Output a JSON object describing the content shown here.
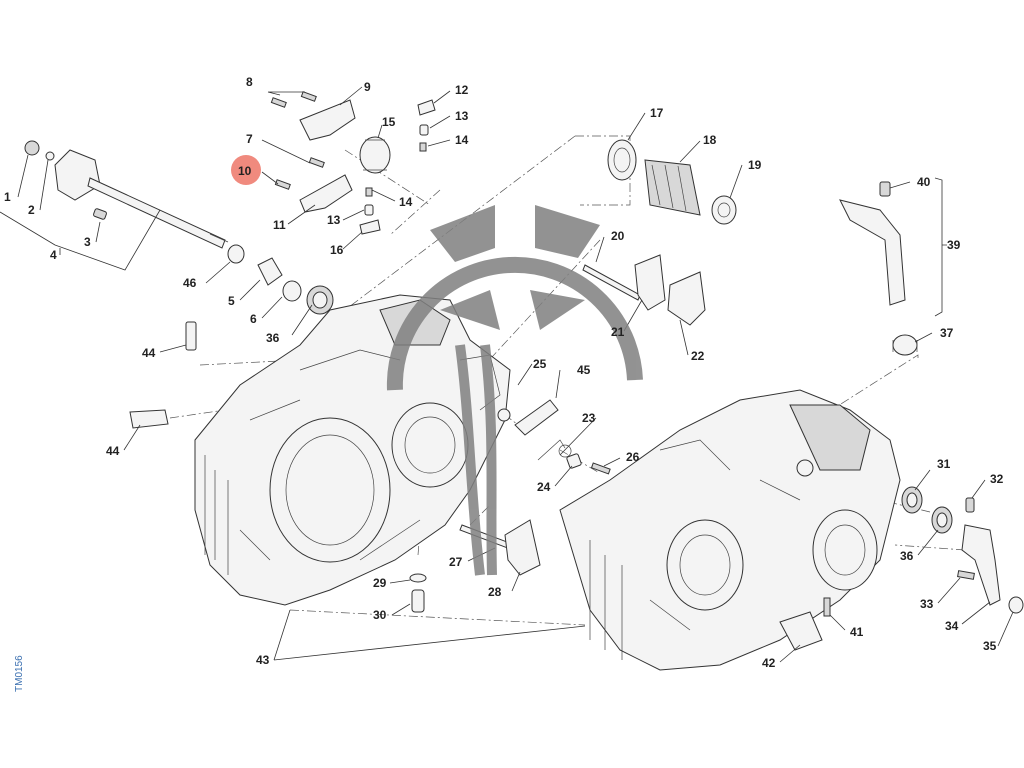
{
  "drawing_code": "TM0156",
  "highlight_color": "#f08a7e",
  "watermark_color": "#808080",
  "highlighted_label": "10",
  "labels": [
    {
      "id": "1",
      "text": "1"
    },
    {
      "id": "2",
      "text": "2"
    },
    {
      "id": "3",
      "text": "3"
    },
    {
      "id": "4",
      "text": "4"
    },
    {
      "id": "5",
      "text": "5"
    },
    {
      "id": "6",
      "text": "6"
    },
    {
      "id": "7",
      "text": "7"
    },
    {
      "id": "8",
      "text": "8"
    },
    {
      "id": "9",
      "text": "9"
    },
    {
      "id": "10",
      "text": "10"
    },
    {
      "id": "11",
      "text": "11"
    },
    {
      "id": "12",
      "text": "12"
    },
    {
      "id": "13a",
      "text": "13"
    },
    {
      "id": "13b",
      "text": "13"
    },
    {
      "id": "14a",
      "text": "14"
    },
    {
      "id": "14b",
      "text": "14"
    },
    {
      "id": "15",
      "text": "15"
    },
    {
      "id": "16",
      "text": "16"
    },
    {
      "id": "17",
      "text": "17"
    },
    {
      "id": "18",
      "text": "18"
    },
    {
      "id": "19",
      "text": "19"
    },
    {
      "id": "20",
      "text": "20"
    },
    {
      "id": "21",
      "text": "21"
    },
    {
      "id": "22",
      "text": "22"
    },
    {
      "id": "23",
      "text": "23"
    },
    {
      "id": "24",
      "text": "24"
    },
    {
      "id": "25",
      "text": "25"
    },
    {
      "id": "26",
      "text": "26"
    },
    {
      "id": "27",
      "text": "27"
    },
    {
      "id": "28",
      "text": "28"
    },
    {
      "id": "29",
      "text": "29"
    },
    {
      "id": "30",
      "text": "30"
    },
    {
      "id": "31",
      "text": "31"
    },
    {
      "id": "32",
      "text": "32"
    },
    {
      "id": "33",
      "text": "33"
    },
    {
      "id": "34",
      "text": "34"
    },
    {
      "id": "35",
      "text": "35"
    },
    {
      "id": "36a",
      "text": "36"
    },
    {
      "id": "36b",
      "text": "36"
    },
    {
      "id": "37",
      "text": "37"
    },
    {
      "id": "39",
      "text": "39"
    },
    {
      "id": "40",
      "text": "40"
    },
    {
      "id": "41",
      "text": "41"
    },
    {
      "id": "42",
      "text": "42"
    },
    {
      "id": "43",
      "text": "43"
    },
    {
      "id": "44a",
      "text": "44"
    },
    {
      "id": "44b",
      "text": "44"
    },
    {
      "id": "45",
      "text": "45"
    },
    {
      "id": "46",
      "text": "46"
    }
  ]
}
